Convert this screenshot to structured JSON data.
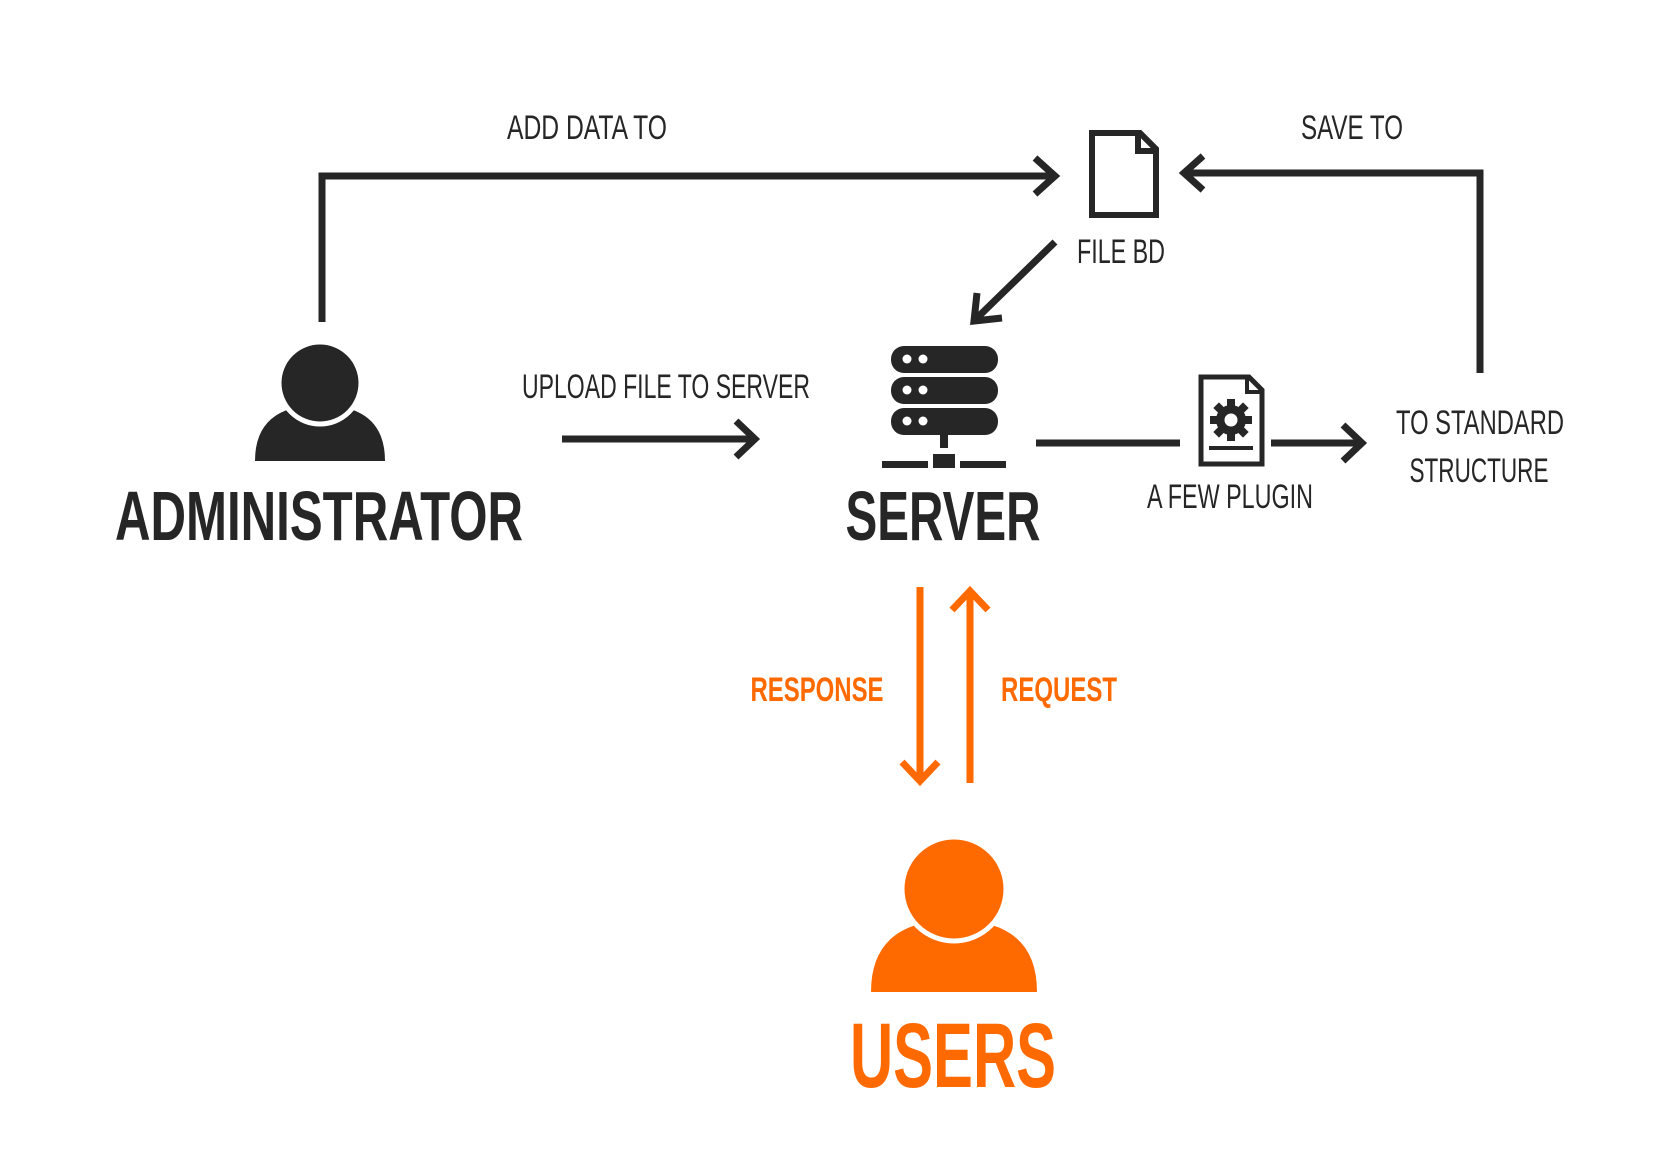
{
  "colors": {
    "dark": "#262626",
    "accent": "#ff6a00",
    "background": "#ffffff"
  },
  "icons": {
    "administrator": "user-icon",
    "server": "server-icon",
    "file": "document-icon",
    "plugin": "settings-document-icon",
    "users": "user-icon"
  },
  "nodes": {
    "administrator": "ADMINISTRATOR",
    "server": "SERVER",
    "users": "USERS",
    "file_db": "FILE BD",
    "plugin": "A FEW PLUGIN",
    "standard_line1": "TO STANDARD",
    "standard_line2": "STRUCTURE"
  },
  "edges": {
    "add_data": "ADD DATA TO",
    "save_to": "SAVE TO",
    "upload": "UPLOAD FILE TO SERVER",
    "response": "RESPONSE",
    "request": "REQUEST"
  }
}
